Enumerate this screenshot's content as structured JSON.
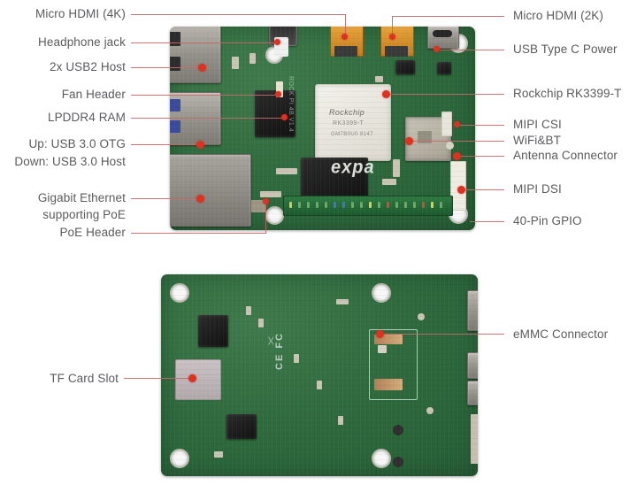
{
  "diagram": {
    "title": "Single Board Computer Annotated Diagram",
    "accent_line_color": "#c4696a",
    "accent_dot_color": "#e03020",
    "label_color": "#5b5b5f",
    "background_color": "#ffffff"
  },
  "top_board": {
    "view": "top",
    "silkscreen": {
      "logo": "expa",
      "soc_vendor": "Rockchip",
      "soc_part": "RK3399-T",
      "soc_code": "GM7B0U0  8147",
      "edge_text": "ROCK PI 4B V1.4"
    },
    "left_labels": [
      {
        "id": "micro-hdmi-4k",
        "text": "Micro HDMI (4K)"
      },
      {
        "id": "headphone-jack",
        "text": "Headphone jack"
      },
      {
        "id": "usb2-host",
        "text": "2x USB2 Host"
      },
      {
        "id": "fan-header",
        "text": "Fan Header"
      },
      {
        "id": "lpddr4-ram",
        "text": "LPDDR4 RAM"
      },
      {
        "id": "usb3-otg",
        "text": "Up: USB 3.0 OTG"
      },
      {
        "id": "usb3-host",
        "text": "Down: USB 3.0 Host"
      },
      {
        "id": "gigabit-eth-1",
        "text": "Gigabit Ethernet"
      },
      {
        "id": "gigabit-eth-2",
        "text": "supporting PoE"
      },
      {
        "id": "poe-header",
        "text": "PoE Header"
      }
    ],
    "right_labels": [
      {
        "id": "micro-hdmi-2k",
        "text": "Micro HDMI (2K)"
      },
      {
        "id": "usb-type-c-power",
        "text": "USB Type C Power"
      },
      {
        "id": "rockchip-soc",
        "text": "Rockchip RK3399-T"
      },
      {
        "id": "mipi-csi",
        "text": "MIPI CSI"
      },
      {
        "id": "wifi-bt",
        "text": "WiFi&BT"
      },
      {
        "id": "antenna-connector",
        "text": "Antenna Connector"
      },
      {
        "id": "mipi-dsi",
        "text": "MIPI DSI"
      },
      {
        "id": "gpio-40pin",
        "text": "40-Pin GPIO"
      }
    ]
  },
  "bottom_board": {
    "view": "bottom",
    "silkscreen": {
      "cert_marks": "CE FC"
    },
    "left_labels": [
      {
        "id": "tf-card-slot",
        "text": "TF Card Slot"
      }
    ],
    "right_labels": [
      {
        "id": "emmc-connector",
        "text": "eMMC Connector"
      }
    ]
  }
}
